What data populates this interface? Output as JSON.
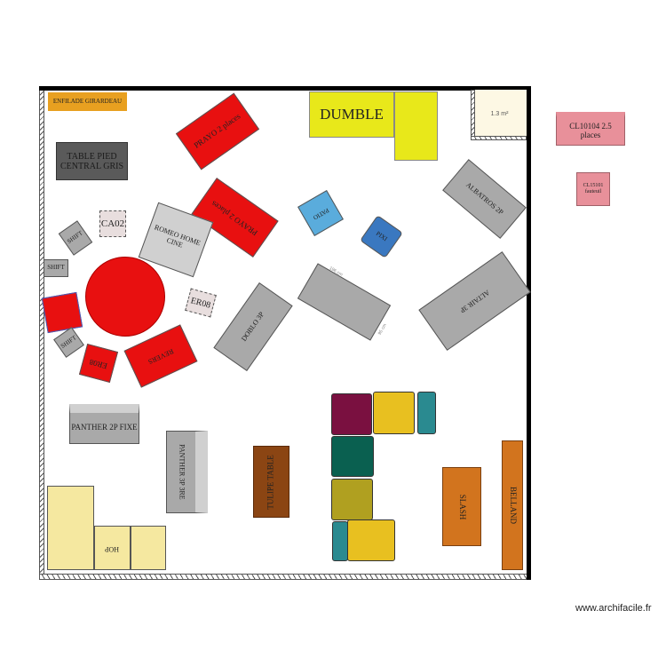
{
  "plan": {
    "area_label": "1.3 m²",
    "furniture": {
      "enfilade": "ENFILADE GIRARDEAU",
      "table_pied": "TABLE PIED CENTRAL GRIS",
      "prayo_1": "PRAYO 2 places",
      "prayo_2": "PRAYO 2 places",
      "ca02": "CA02",
      "shift_1": "SHIFT",
      "shift_2": "SHIFT",
      "shift_3": "SHIFT",
      "romeo": "ROMEO HOME CINE",
      "er08_pink": "ER08",
      "er08_red": "ER08",
      "revers": "REVERS",
      "doblo": "DOBLO 3P",
      "panther_2p": "PANTHER 2P FIXE",
      "panther_3p": "PANTHER 3P 3RE",
      "tulipe": "TULIPE TABLE",
      "slash": "SLASH",
      "belland": "BELLAND",
      "hop": "HOP",
      "dumble": "DUMBLE",
      "albatros": "ALBATROS 2P",
      "altair": "ALTAIR 3P",
      "patio": "PATIO",
      "pixi": "PIXI",
      "sofa_dim_length": "196 cm",
      "sofa_dim_depth": "95 cm",
      "cl10104": "CL10104 2.5 places",
      "cl15101": "CL15101 fauteuil"
    }
  },
  "colors": {
    "red": "#e81010",
    "gray": "#a9a9a9",
    "yellow": "#e8e81a",
    "orange": "#d2741e",
    "pink": "#e8909a",
    "brown": "#8b4513"
  },
  "footer": {
    "watermark": "www.archifacile.fr"
  }
}
